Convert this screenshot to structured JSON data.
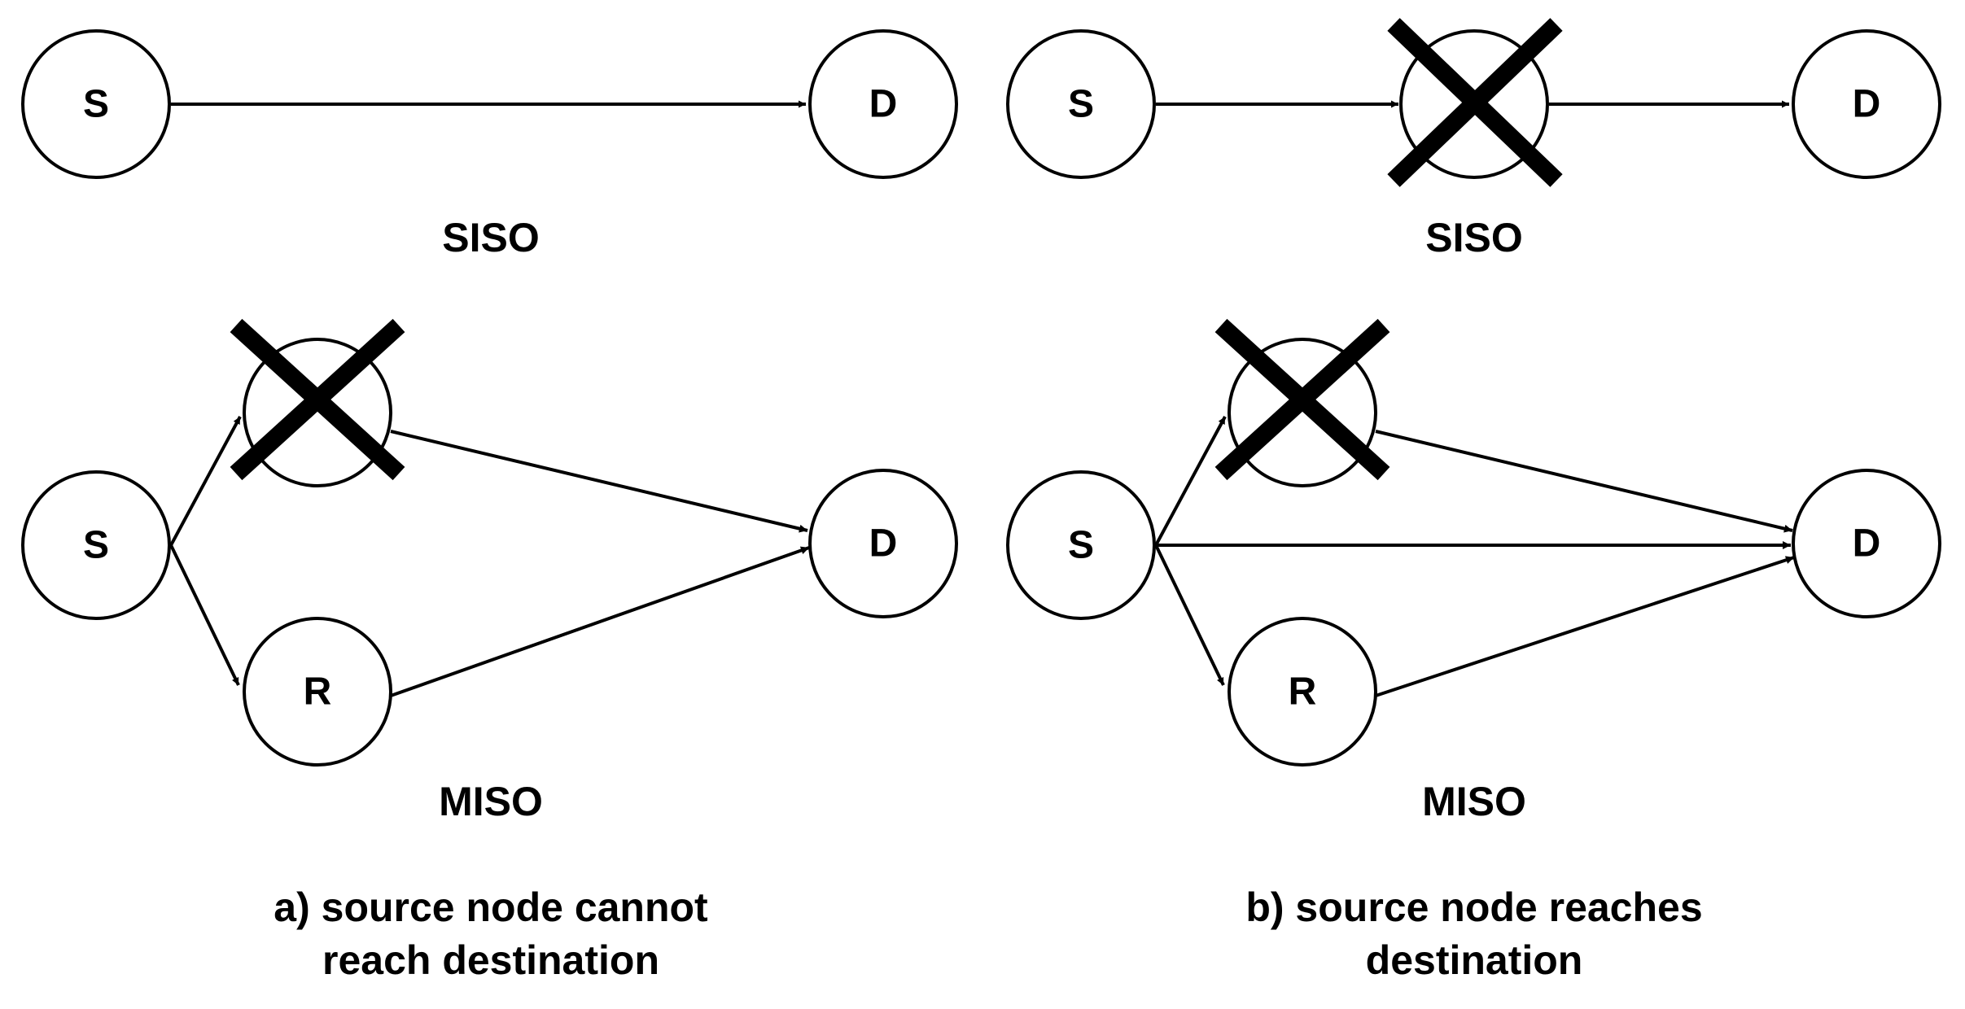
{
  "panel_a": {
    "siso": {
      "source_label": "S",
      "destination_label": "D",
      "caption": "SISO"
    },
    "miso": {
      "source_label": "S",
      "relay_label": "R",
      "destination_label": "D",
      "caption": "MISO"
    },
    "caption_line1": "a) source node cannot",
    "caption_line2": "reach destination"
  },
  "panel_b": {
    "siso": {
      "source_label": "S",
      "destination_label": "D",
      "caption": "SISO"
    },
    "miso": {
      "source_label": "S",
      "relay_label": "R",
      "destination_label": "D",
      "caption": "MISO"
    },
    "caption_line1": "b) source node reaches",
    "caption_line2": "destination"
  }
}
